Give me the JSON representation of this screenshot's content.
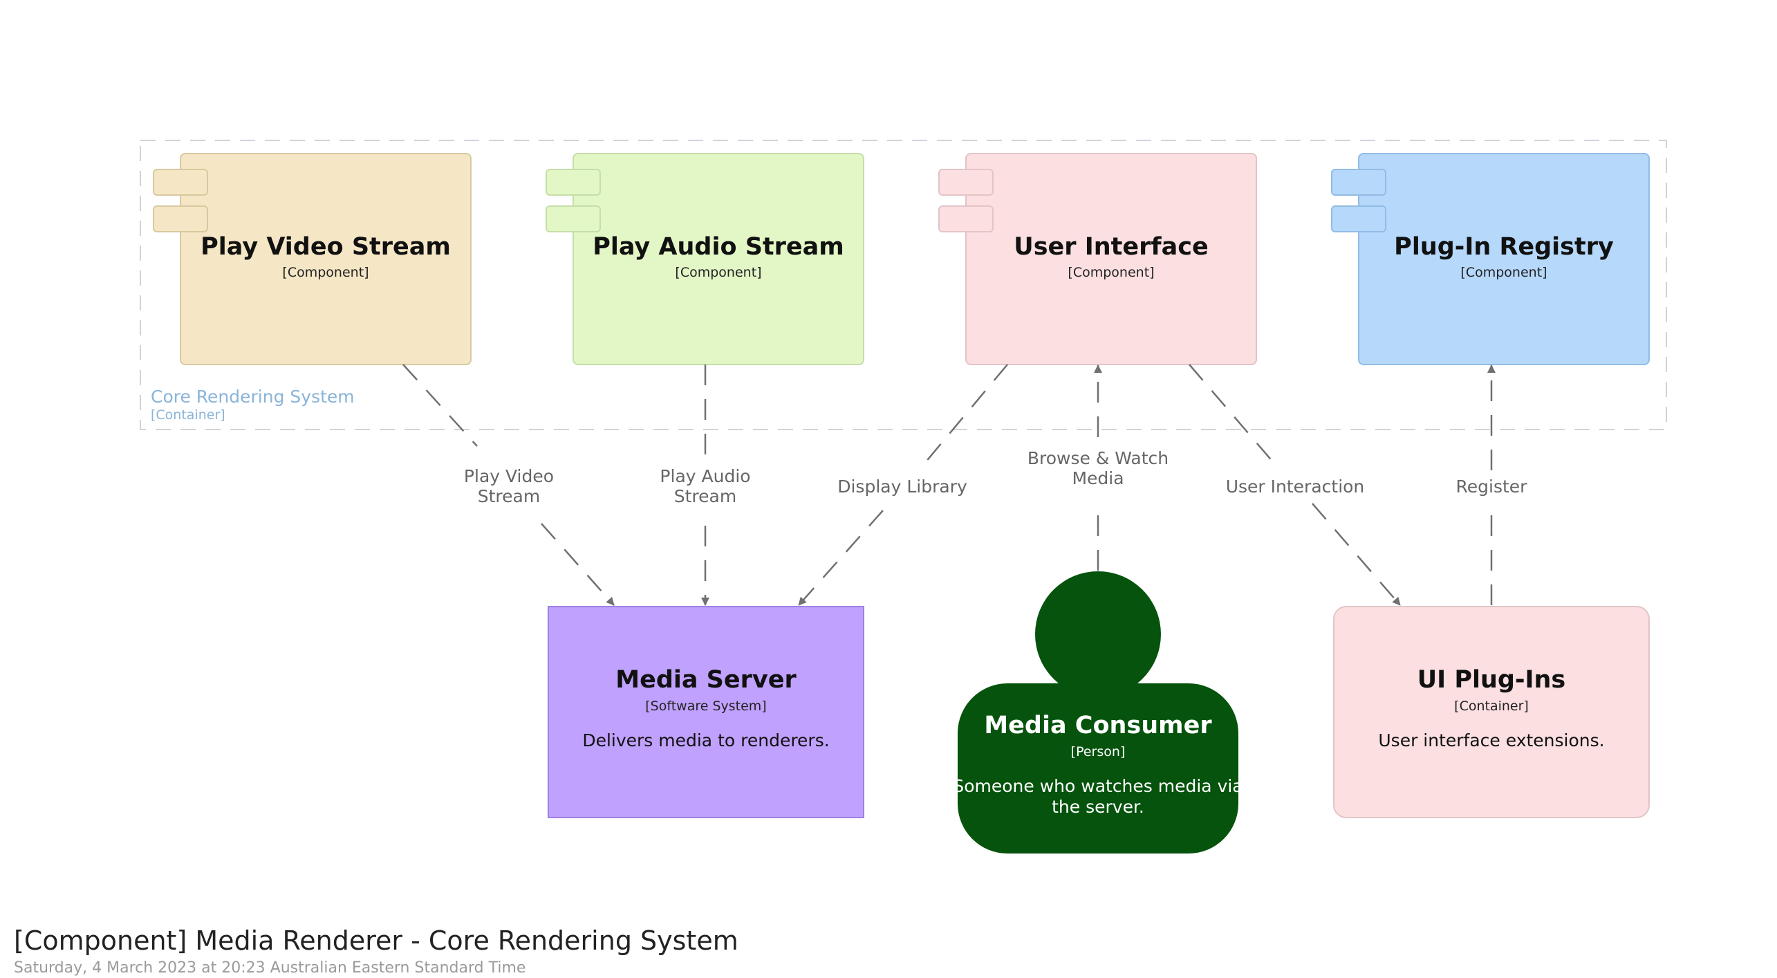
{
  "boundary": {
    "name": "Core Rendering System",
    "type": "[Container]"
  },
  "components": [
    {
      "id": "video",
      "name": "Play Video Stream",
      "type": "[Component]"
    },
    {
      "id": "audio",
      "name": "Play Audio Stream",
      "type": "[Component]"
    },
    {
      "id": "ui",
      "name": "User Interface",
      "type": "[Component]"
    },
    {
      "id": "registry",
      "name": "Plug-In Registry",
      "type": "[Component]"
    }
  ],
  "media_server": {
    "name": "Media Server",
    "type": "[Software System]",
    "description": "Delivers media to renderers."
  },
  "consumer": {
    "name": "Media Consumer",
    "type": "[Person]",
    "description_line1": "Someone who watches media via",
    "description_line2": "the server."
  },
  "plugins": {
    "name": "UI Plug-Ins",
    "type": "[Container]",
    "description": "User interface extensions."
  },
  "relationships": {
    "video_line1": "Play Video",
    "video_line2": "Stream",
    "audio_line1": "Play Audio",
    "audio_line2": "Stream",
    "display": "Display Library",
    "browse_line1": "Browse & Watch",
    "browse_line2": "Media",
    "interaction": "User Interaction",
    "register": "Register"
  },
  "footer": {
    "title": "[Component] Media Renderer - Core Rendering System",
    "timestamp": "Saturday, 4 March 2023 at 20:23 Australian Eastern Standard Time"
  },
  "colors": {
    "video_fill": "#f5e7c6",
    "video_stroke": "#d9c9a0",
    "audio_fill": "#e3f7c6",
    "audio_stroke": "#c6dea8",
    "ui_fill": "#fbdfe1",
    "ui_stroke": "#e3c4c7",
    "registry_fill": "#b5d8fb",
    "registry_stroke": "#93bce5",
    "server_fill": "#c0a1fd",
    "server_stroke": "#9f80e0",
    "person_fill": "#05530c",
    "boundary": "#8ab4d8",
    "edge": "#707070"
  }
}
